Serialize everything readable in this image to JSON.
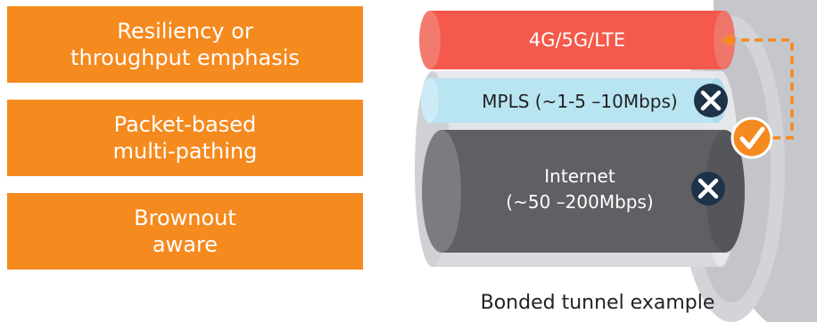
{
  "features": [
    {
      "lines": [
        "Resiliency or",
        "throughput emphasis"
      ]
    },
    {
      "lines": [
        "Packet-based",
        "multi-pathing"
      ]
    },
    {
      "lines": [
        "Brownout",
        "aware"
      ]
    }
  ],
  "tunnel": {
    "links": [
      {
        "label": "4G/5G/LTE",
        "status": "active",
        "status_icon": "check-icon"
      },
      {
        "label": "MPLS (~1-5 –10Mbps)",
        "status": "failed",
        "status_icon": "x-icon"
      },
      {
        "label_lines": [
          "Internet",
          "(~50 –200Mbps)"
        ],
        "status": "failed",
        "status_icon": "x-icon"
      }
    ],
    "failover_arrow": "dashed-arrow-to-lte"
  },
  "caption": "Bonded tunnel example",
  "colors": {
    "feature_orange": "#f58a1f",
    "lte_red": "#f5594b",
    "mpls_blue": "#b9e4f2",
    "internet_gray": "#5f6063",
    "check_orange": "#f58a1f",
    "x_navy": "#1e3249"
  }
}
